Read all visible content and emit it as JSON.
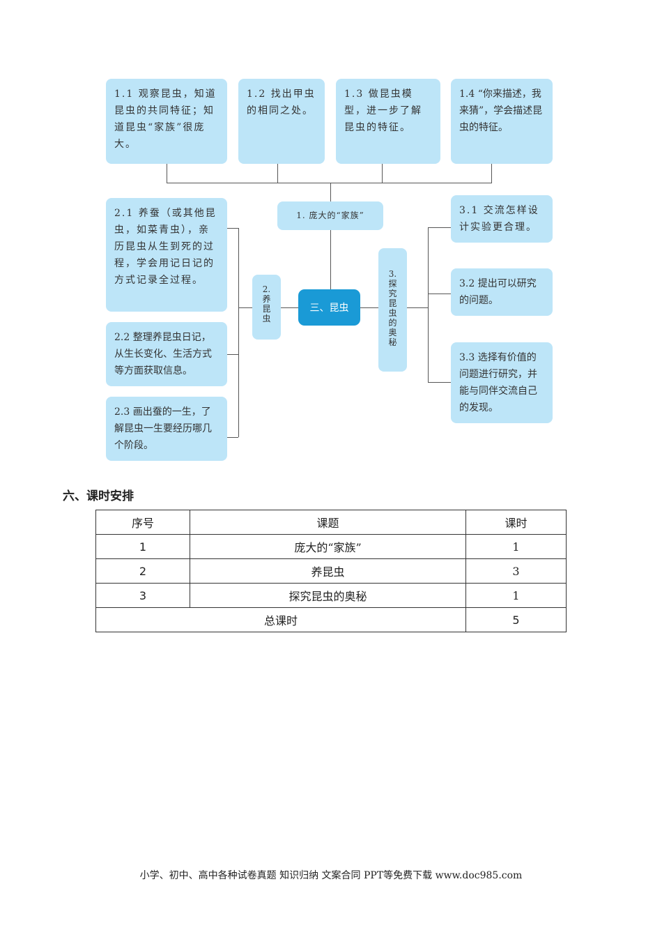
{
  "mindmap": {
    "center": "三、昆虫",
    "branch1": {
      "label": "1. 庞大的“家族”",
      "items": [
        "1.1 观察昆虫，知道昆虫的共同特征；知道昆虫“家族”很庞大。",
        "1.2 找出甲虫的相同之处。",
        "1.3 做昆虫模型，进一步了解昆虫的特征。",
        "1.4 “你来描述，我来猜”，学会描述昆虫的特征。"
      ]
    },
    "branch2": {
      "label": "2.养昆虫",
      "items": [
        "2.1 养蚕（或其他昆虫，如菜青虫），亲历昆虫从生到死的过程，学会用记日记的方式记录全过程。",
        "2.2 整理养昆虫日记，从生长变化、生活方式等方面获取信息。",
        "2.3 画出蚕的一生，了解昆虫一生要经历哪几个阶段。"
      ]
    },
    "branch3": {
      "label": "3.探究昆虫的奥秘",
      "items": [
        "3.1 交流怎样设计实验更合理。",
        "3.2 提出可以研究的问题。",
        "3.3 选择有价值的问题进行研究，并能与同伴交流自己的发现。"
      ]
    }
  },
  "section_title": "六、课时安排",
  "table": {
    "headers": [
      "序号",
      "课题",
      "课时"
    ],
    "rows": [
      [
        "1",
        "庞大的“家族”",
        "1"
      ],
      [
        "2",
        "养昆虫",
        "3"
      ],
      [
        "3",
        "探究昆虫的奥秘",
        "1"
      ]
    ],
    "total_label": "总课时",
    "total": "5"
  },
  "footer": "小学、初中、高中各种试卷真题  知识归纳  文案合同  PPT等免费下载     www.doc985.com"
}
